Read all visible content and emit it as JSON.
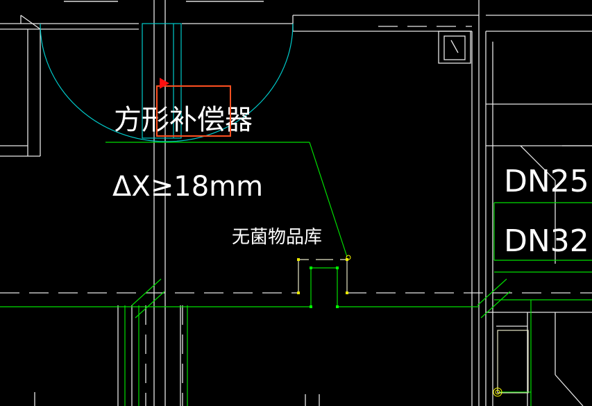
{
  "drawing": {
    "labels": {
      "compensator": "方形补偿器",
      "delta_x": "ΔX≥18mm",
      "room": "无菌物品库",
      "dn25": "DN25",
      "dn32": "DN32",
      "top_left_cut": "———",
      "top_mid_cut": "———"
    },
    "colors": {
      "background": "#000000",
      "wall": "#ffffff",
      "pipe": "#00ff00",
      "arc": "#00d0d0",
      "selection_box": "#ff5020",
      "grip": "#ff0000",
      "grip_point": "#ffff00"
    }
  }
}
